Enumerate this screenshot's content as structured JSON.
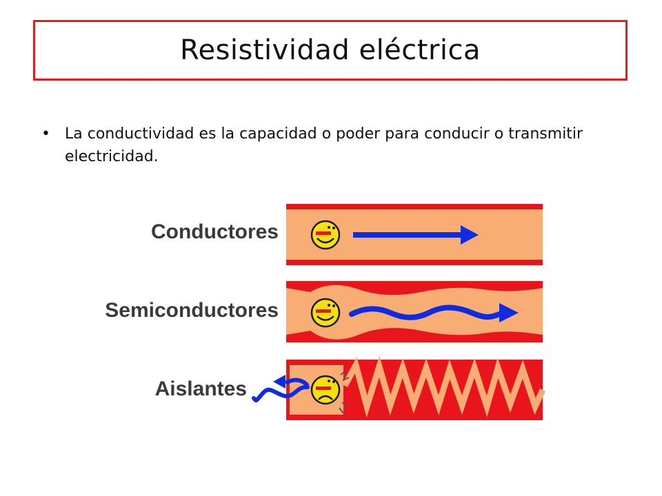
{
  "slide": {
    "title": "Resistividad eléctrica",
    "bullets": [
      "La conductividad es la capacidad o poder para conducir o transmitir electricidad."
    ]
  },
  "illustration": {
    "rows": [
      {
        "label": "Conductores",
        "flow": "straight-arrow"
      },
      {
        "label": "Semiconductores",
        "flow": "wavy-arrow"
      },
      {
        "label": "Aislantes",
        "flow": "blocked"
      }
    ],
    "colors": {
      "tube_fill": "#f7ad74",
      "tube_border": "#e8161c",
      "arrow": "#0f2be0",
      "electron_face": "#f8e010",
      "title_border": "#e51c1c"
    },
    "icons": [
      "electron-smiley-icon",
      "electron-worried-icon",
      "blue-arrow-icon",
      "zigzag-barrier-icon"
    ]
  }
}
